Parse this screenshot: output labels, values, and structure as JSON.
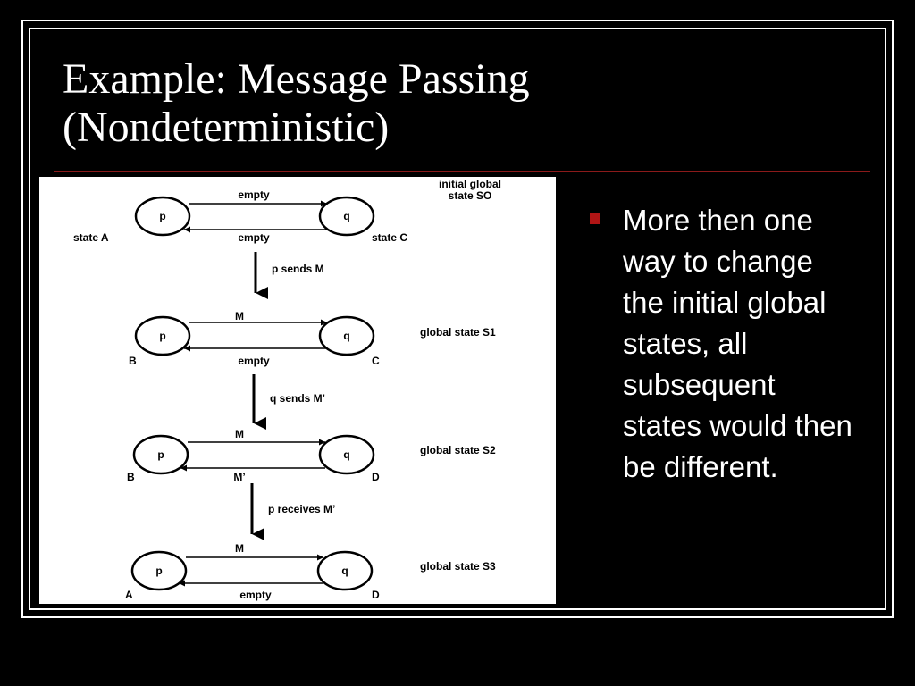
{
  "slide": {
    "title_line1": "Example: Message Passing",
    "title_line2": "(Nondeterministic)",
    "bullet": "More then one way to change the initial global states, all subsequent states would then be different."
  },
  "colors": {
    "background": "#000000",
    "frame": "#ffffff",
    "rule": "#8b1a1a",
    "bullet_marker": "#b01515",
    "text": "#ffffff",
    "diagram_bg": "#ffffff"
  },
  "diagram": {
    "state_labels": [
      "initial global state SO",
      "global state S1",
      "global state S2",
      "global state S3"
    ],
    "state_label_s0_line1": "initial global",
    "state_label_s0_line2": "state SO",
    "node_p": "p",
    "node_q": "q",
    "rows": [
      {
        "top_msg": "empty",
        "bottom_msg": "empty",
        "left_state": "state A",
        "right_state": "state C"
      },
      {
        "top_msg": "M",
        "bottom_msg": "empty",
        "left_state": "B",
        "right_state": "C"
      },
      {
        "top_msg": "M",
        "bottom_msg": "M’",
        "left_state": "B",
        "right_state": "D"
      },
      {
        "top_msg": "M",
        "bottom_msg": "empty",
        "left_state": "A",
        "right_state": "D"
      }
    ],
    "transitions": [
      "p sends M",
      "q sends M’",
      "p receives M’"
    ]
  }
}
